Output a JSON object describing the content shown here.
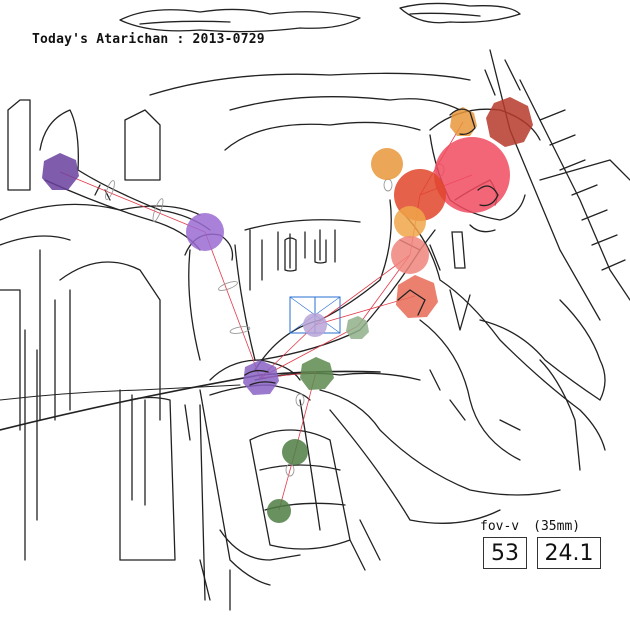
{
  "title": "Today's Atarichan : 2013-0729",
  "fov": {
    "label": "fov-v",
    "lens": "(35mm)",
    "value": "53",
    "focal": "24.1"
  },
  "colors": {
    "line": "#222222",
    "bone": "#e23a4a",
    "purple": "#7d55b0",
    "green": "#5f8a55",
    "orange": "#e8893a",
    "red": "#d94b2a",
    "pink": "#f05a6a",
    "darkred": "#b5392a",
    "target": "#2a6fd6"
  },
  "markers": [
    {
      "name": "hand-left-marker",
      "color": "#6a3f9e",
      "opacity": 0.85
    },
    {
      "name": "elbow-left-marker",
      "color": "#9b6bd1",
      "opacity": 0.85
    },
    {
      "name": "shoulder-left-marker",
      "color": "#8a62c4",
      "opacity": 0.85
    },
    {
      "name": "chest-marker",
      "color": "#b9a3d8",
      "opacity": 0.85
    },
    {
      "name": "hip-marker",
      "color": "#5d8a4f",
      "opacity": 0.85
    },
    {
      "name": "pelvis-marker",
      "color": "#8fb08a",
      "opacity": 0.85
    },
    {
      "name": "knee-marker",
      "color": "#4f7e44",
      "opacity": 0.85
    },
    {
      "name": "foot-marker",
      "color": "#4f7e44",
      "opacity": 0.85
    },
    {
      "name": "head-marker",
      "color": "#f04b5f",
      "opacity": 0.85
    },
    {
      "name": "neck-marker",
      "color": "#e0452a",
      "opacity": 0.85
    },
    {
      "name": "shoulder-right-marker",
      "color": "#f0857c",
      "opacity": 0.85
    },
    {
      "name": "elbow-right-marker",
      "color": "#e86a55",
      "opacity": 0.85
    },
    {
      "name": "hair-marker",
      "color": "#b5392a",
      "opacity": 0.85
    },
    {
      "name": "ear-marker",
      "color": "#e8963a",
      "opacity": 0.85
    },
    {
      "name": "hand-right-marker",
      "color": "#e8963a",
      "opacity": 0.85
    },
    {
      "name": "wrist-right-marker",
      "color": "#f0a64a",
      "opacity": 0.85
    }
  ]
}
